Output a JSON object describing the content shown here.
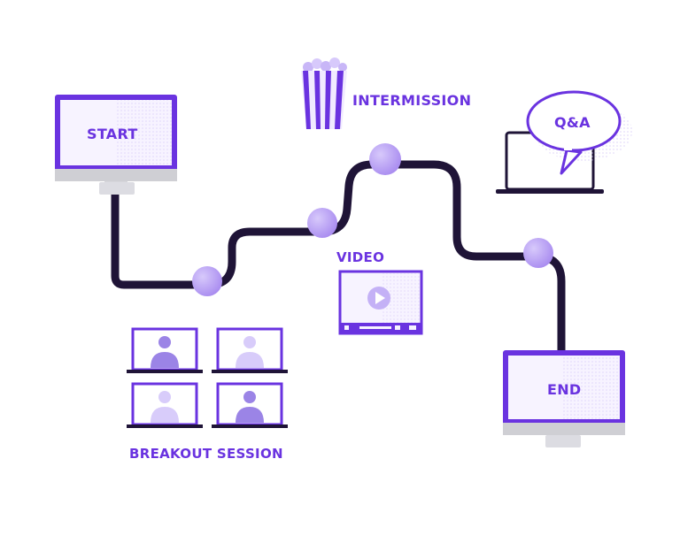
{
  "labels": {
    "start": "START",
    "intermission": "INTERMISSION",
    "qa": "Q&A",
    "video": "VIDEO",
    "breakout": "BREAKOUT SESSION",
    "end": "END"
  },
  "colors": {
    "accent": "#6a33e0",
    "path": "#1f1437",
    "node": "#b7a1f5",
    "screen_fill": "#f7f3ff",
    "stand": "#cfcfd4",
    "avatar_dark": "#9b84e6",
    "avatar_light": "#d8ccfa"
  },
  "icons": {
    "popcorn": "popcorn-icon",
    "play": "play-icon",
    "person": "person-icon"
  }
}
